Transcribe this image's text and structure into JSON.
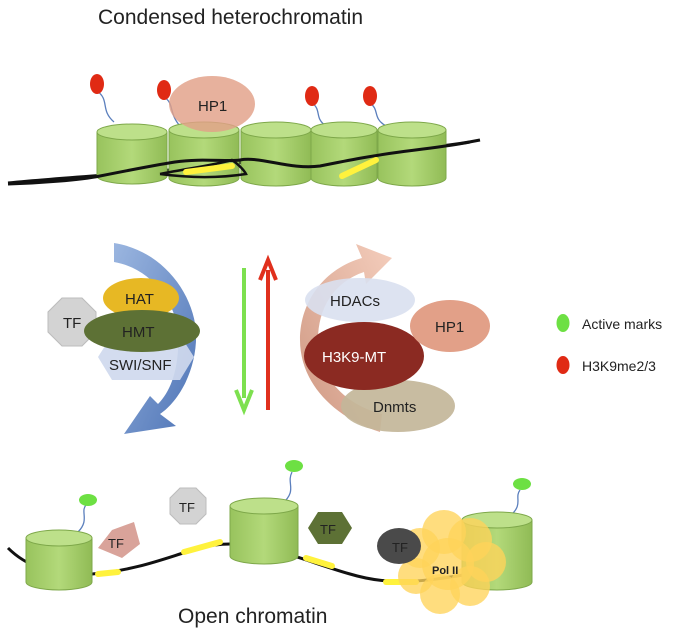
{
  "top_title": "Condensed heterochromatin",
  "bottom_title": "Open chromatin",
  "top_hp1": "HP1",
  "left_complex": {
    "hat": "HAT",
    "hmt": "HMT",
    "swi_snf": "SWI/SNF",
    "tf": "TF"
  },
  "right_complex": {
    "hdacs": "HDACs",
    "hp1": "HP1",
    "h3k9mt": "H3K9-MT",
    "dnmts": "Dnmts"
  },
  "legend": {
    "active": "Active marks",
    "h3k9": "H3K9me2/3"
  },
  "bottom_factors": {
    "tf_pink": "TF",
    "tf_gray": "TF",
    "tf_dark": "TF",
    "tf_black": "TF",
    "pol2": "Pol II"
  },
  "colors": {
    "nucleosome": "#a6cf6c",
    "dna": "#111111",
    "linker_yellow": "#fff23d",
    "active_mark": "#6de043",
    "repressive_mark": "#e02a14",
    "hp1": "#e2a088",
    "hat": "#e7b824",
    "hmt": "#5d7135",
    "swi_snf": "#cfd9ee",
    "tf_octagon": "#d3d3d3",
    "left_arrow": "#5b80bd",
    "right_arrow": "#e5ad96",
    "hdacs": "#d9e0f0",
    "h3k9mt": "#8b2a22",
    "dnmts": "#c3b699",
    "arrow_down": "#7de04f",
    "arrow_up": "#e0301d",
    "pol2": "#ffd45a"
  }
}
